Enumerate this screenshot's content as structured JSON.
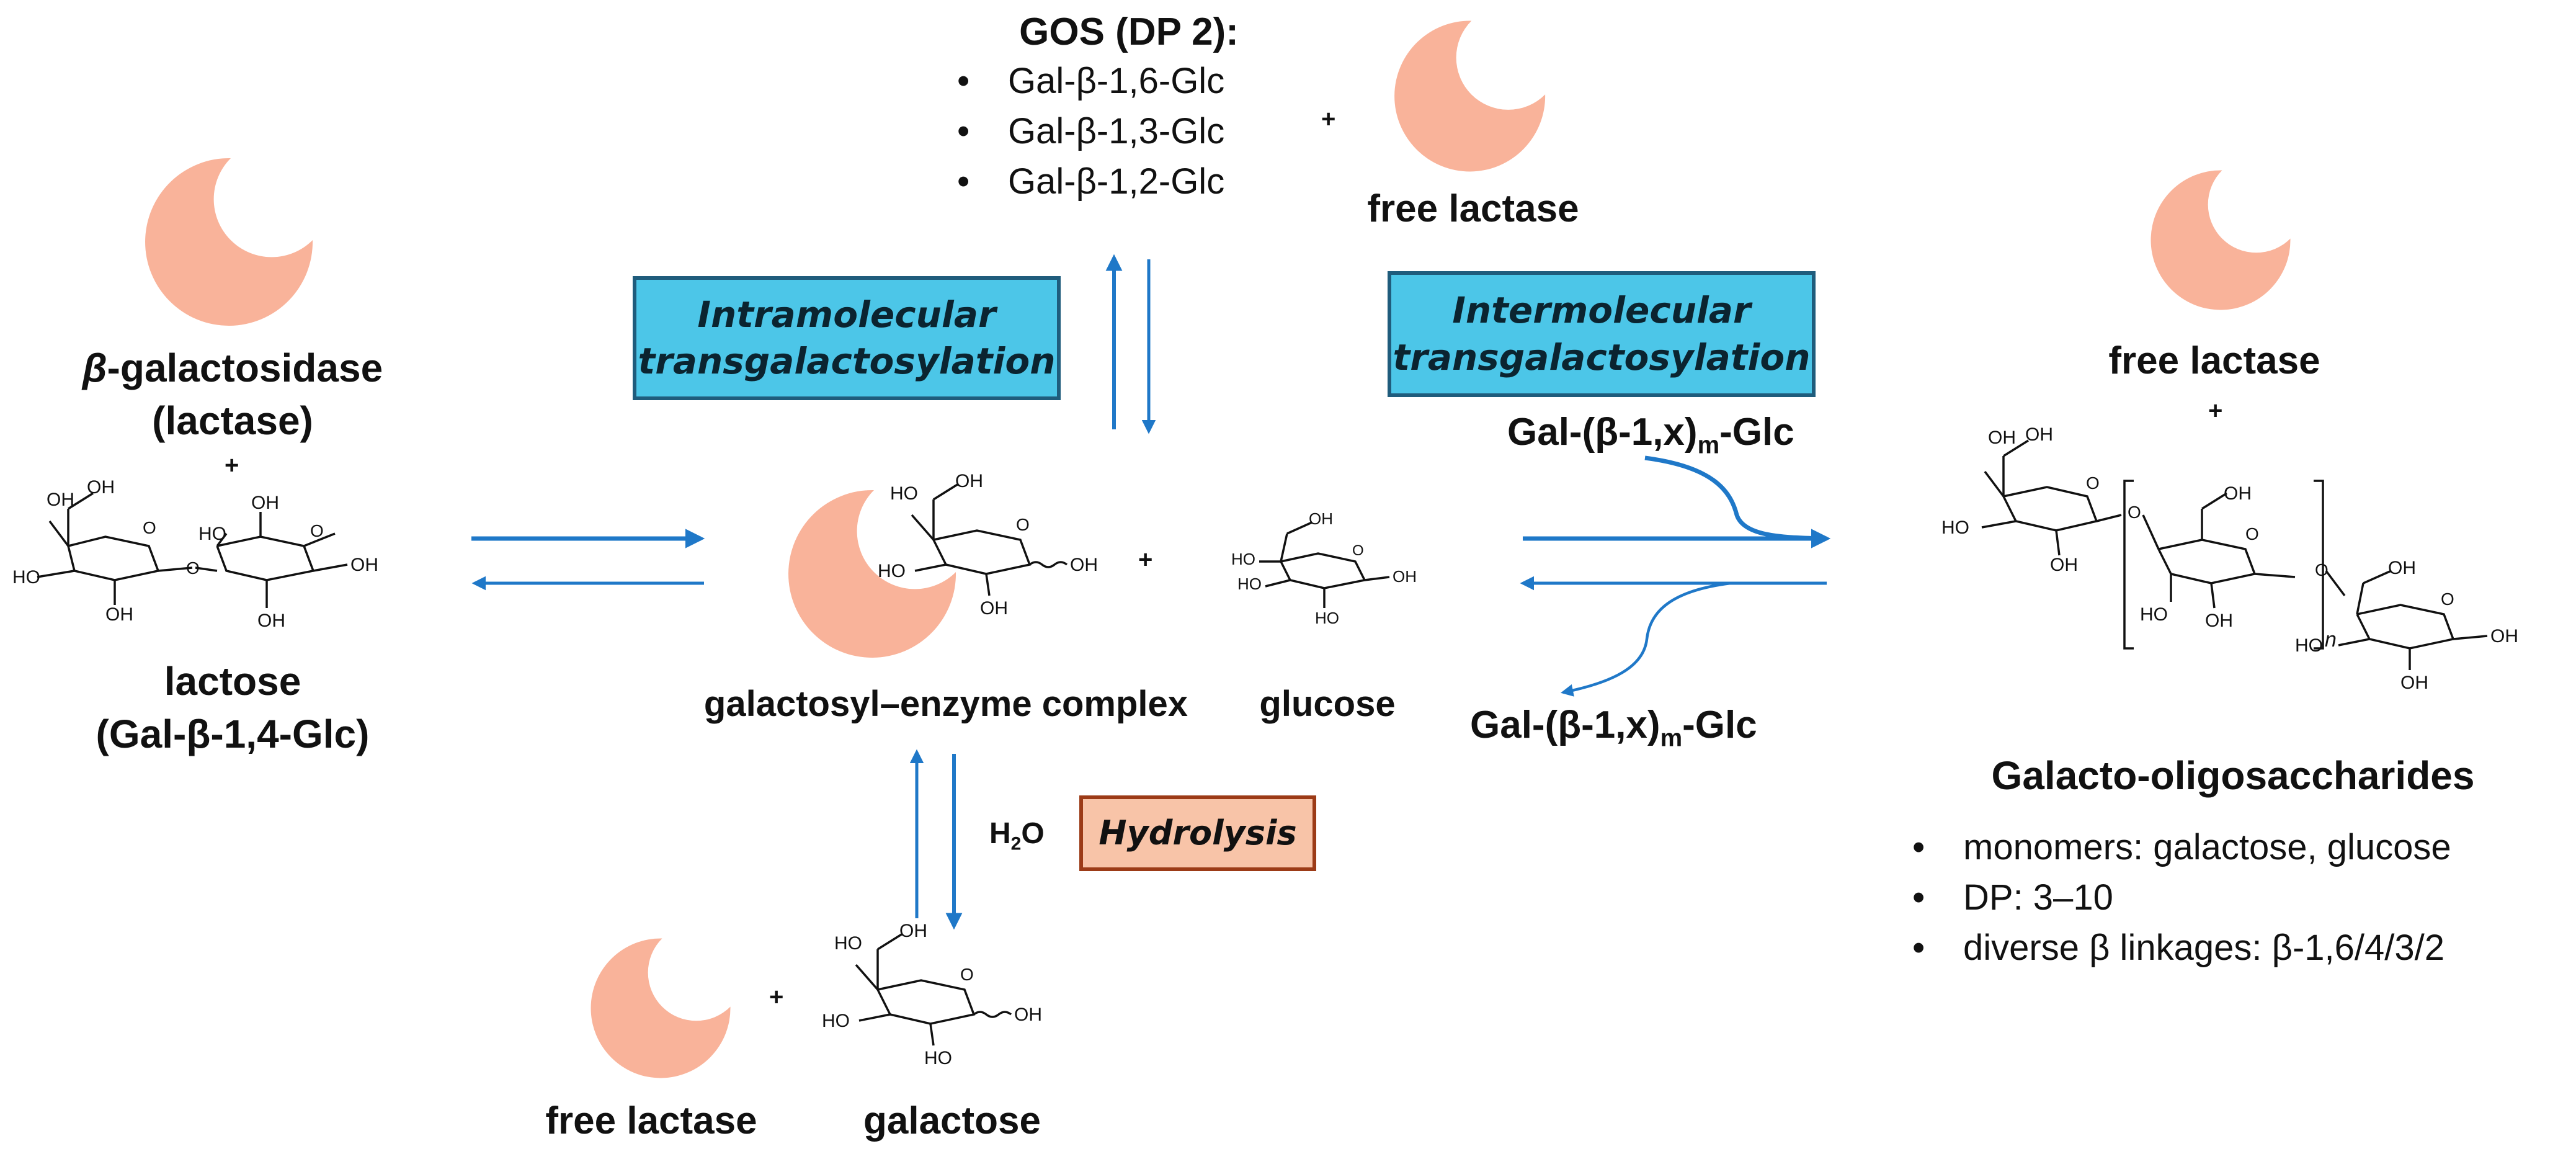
{
  "enzyme": {
    "name_prefix": "β",
    "name_rest": "-galactosidase",
    "name_paren": "(lactase)",
    "plus": "+"
  },
  "lactose": {
    "name": "lactose",
    "formula": "(Gal-β-1,4-Glc)"
  },
  "complex": {
    "label": "galactosyl–enzyme complex",
    "plus": "+"
  },
  "glucose": {
    "label": "glucose"
  },
  "gos_dp2": {
    "title": "GOS (DP 2):",
    "items": [
      "Gal-β-1,6-Glc",
      "Gal-β-1,3-Glc",
      "Gal-β-1,2-Glc"
    ],
    "plus": "+",
    "free_lactase": "free lactase"
  },
  "intramolecular": {
    "line1": "Intramolecular",
    "line2": "transgalactosylation"
  },
  "intermolecular": {
    "line1": "Intermolecular",
    "line2": "transgalactosylation"
  },
  "acceptor_in": {
    "main": "Gal-(β-1,x)",
    "sub": "m",
    "tail": "-Glc"
  },
  "acceptor_out": {
    "main": "Gal-(β-1,x)",
    "sub": "m",
    "tail": "-Glc"
  },
  "hydrolysis": {
    "label": "Hydrolysis",
    "water_h": "H",
    "water_sub": "2",
    "water_o": "O"
  },
  "products_bottom": {
    "free_lactase": "free lactase",
    "plus": "+",
    "galactose": "galactose"
  },
  "right_side": {
    "free_lactase": "free lactase",
    "plus": "+",
    "title": "Galacto-oligosaccharides",
    "bullets": [
      "monomers: galactose, glucose",
      "DP: 3–10",
      "diverse β linkages: β-1,6/4/3/2"
    ],
    "repeat_sub": "n"
  },
  "molecule_labels": {
    "oh": "OH",
    "ho": "HO"
  },
  "colors": {
    "enzyme_fill": "#f9b39a",
    "arrow_blue": "#1f78c8",
    "box_blue": "#4cc6e8",
    "box_blue_border": "#1f5c7c",
    "box_orange": "#f8c4a8",
    "box_orange_border": "#9c3b17"
  }
}
